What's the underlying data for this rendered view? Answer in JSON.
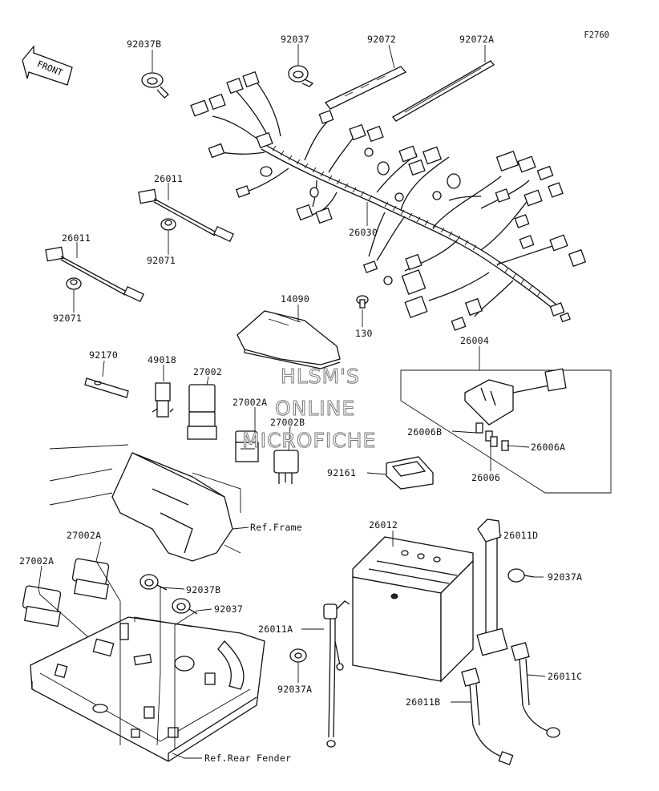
{
  "figure_code": "F2760",
  "front_marker": "FRONT",
  "watermark": [
    "HLSM'S",
    "ONLINE",
    "MICROFICHE"
  ],
  "parts": [
    {
      "id": "92037B_top",
      "label": "92037B"
    },
    {
      "id": "92037_top",
      "label": "92037"
    },
    {
      "id": "92072",
      "label": "92072"
    },
    {
      "id": "92072A",
      "label": "92072A"
    },
    {
      "id": "26011_upper",
      "label": "26011"
    },
    {
      "id": "92071_upper",
      "label": "92071"
    },
    {
      "id": "26011_lower",
      "label": "26011"
    },
    {
      "id": "92071_lower",
      "label": "92071"
    },
    {
      "id": "26030",
      "label": "26030"
    },
    {
      "id": "130",
      "label": "130"
    },
    {
      "id": "14090",
      "label": "14090"
    },
    {
      "id": "26004",
      "label": "26004"
    },
    {
      "id": "92170",
      "label": "92170"
    },
    {
      "id": "49018",
      "label": "49018"
    },
    {
      "id": "27002",
      "label": "27002"
    },
    {
      "id": "27002A_mid",
      "label": "27002A"
    },
    {
      "id": "27002B",
      "label": "27002B"
    },
    {
      "id": "26006B",
      "label": "26006B"
    },
    {
      "id": "26006A",
      "label": "26006A"
    },
    {
      "id": "26006",
      "label": "26006"
    },
    {
      "id": "92161",
      "label": "92161"
    },
    {
      "id": "ref_frame",
      "label": "Ref.Frame"
    },
    {
      "id": "26012",
      "label": "26012"
    },
    {
      "id": "26011D",
      "label": "26011D"
    },
    {
      "id": "27002A_left1",
      "label": "27002A"
    },
    {
      "id": "27002A_left2",
      "label": "27002A"
    },
    {
      "id": "92037B_bottom",
      "label": "92037B"
    },
    {
      "id": "92037_bottom",
      "label": "92037"
    },
    {
      "id": "92037A_right",
      "label": "92037A"
    },
    {
      "id": "26011A",
      "label": "26011A"
    },
    {
      "id": "92037A_lower",
      "label": "92037A"
    },
    {
      "id": "26011C",
      "label": "26011C"
    },
    {
      "id": "26011B",
      "label": "26011B"
    },
    {
      "id": "ref_rear_fender",
      "label": "Ref.Rear Fender"
    }
  ]
}
